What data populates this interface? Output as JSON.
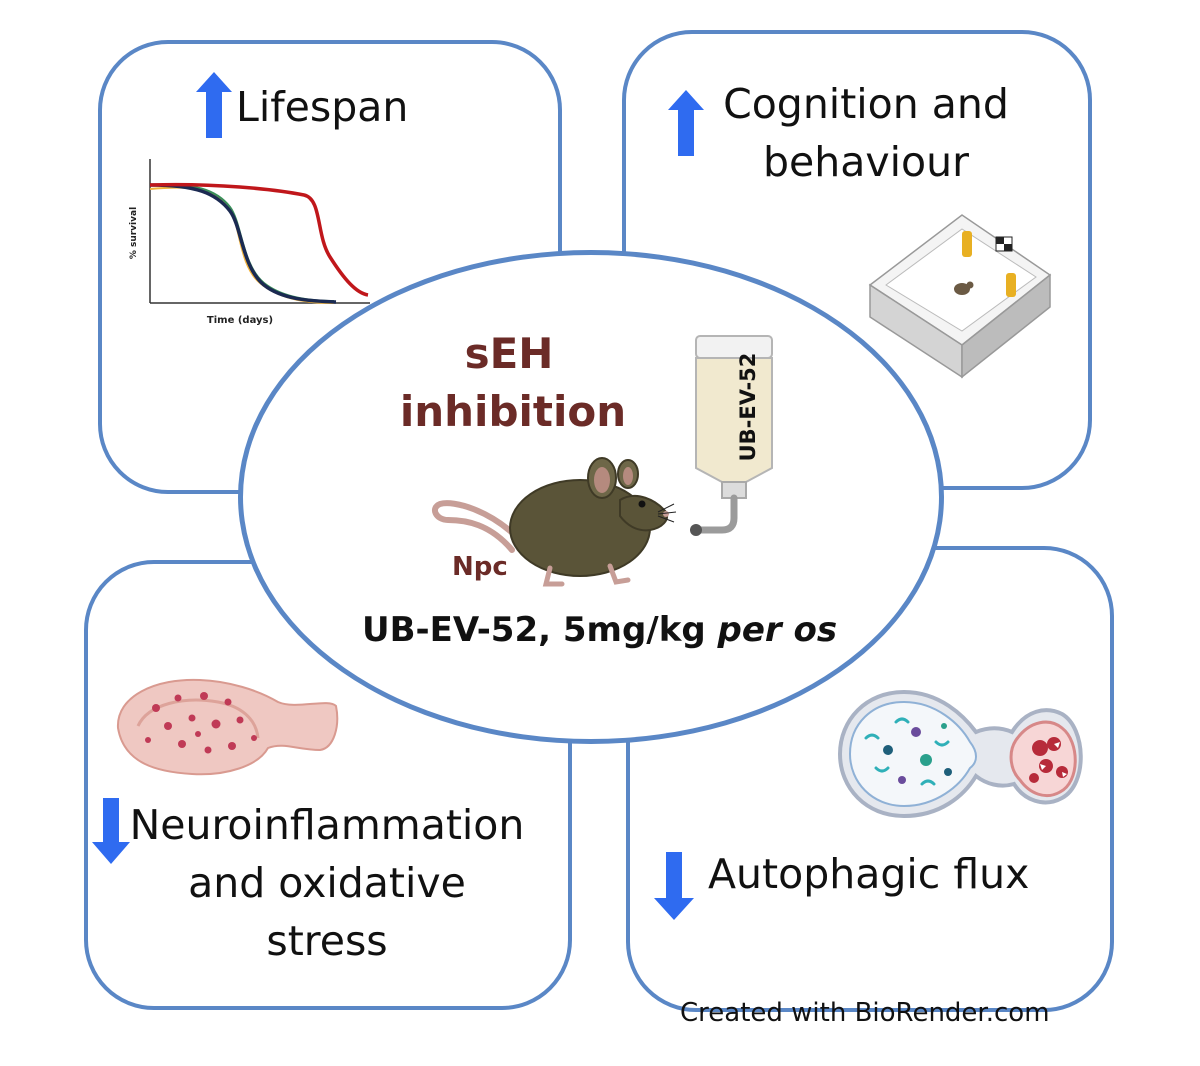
{
  "panels": {
    "lifespan": {
      "label": "Lifespan",
      "direction": "up"
    },
    "cognition": {
      "label_line1": "Cognition and",
      "label_line2": "behaviour",
      "direction": "up"
    },
    "neuroinflammation": {
      "label_line1": "Neuroinflammation",
      "label_line2": "and oxidative",
      "label_line3": "stress",
      "direction": "down"
    },
    "autophagy": {
      "label": "Autophagic flux",
      "direction": "down"
    }
  },
  "survival_chart": {
    "ylabel": "% survival",
    "xlabel": "Time (days)"
  },
  "center": {
    "title_line1": "sEH",
    "title_line2": "inhibition",
    "mouse_label": "Npc",
    "bottle_label": "UB-EV-52",
    "dose_plain": "UB-EV-52, 5mg/kg ",
    "dose_italic": "per os"
  },
  "credit": "Created with BioRender.com",
  "colors": {
    "panel_border": "#5a87c6",
    "arrow": "#2f6bf0",
    "title": "#6b2b27",
    "mouse": "#5a5438",
    "survival_red": "#c0171b",
    "survival_navy": "#1b2a52"
  }
}
